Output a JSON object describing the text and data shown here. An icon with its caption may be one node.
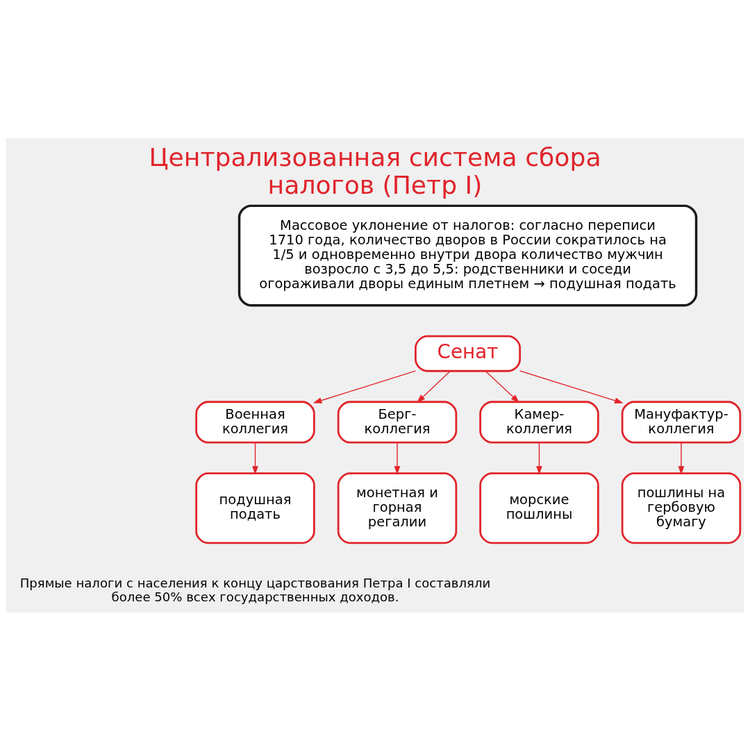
{
  "diagram": {
    "title": "Централизованная система сбора налогов (Петр I)",
    "nodes": [
      {
        "text": [
          "Массовое уклонение от налогов: согласно переписи 1710 года, количество дворов в России сократилось на 1/5 и одновременно внутри двора количество мужчин возросло с 3,5 до 5,5: родственники и соседи огораживали дворы единым плетнем → подушная подать"
        ]
      },
      {
        "text": [
          "Сенат"
        ]
      },
      {
        "text": [
          "Военная коллегия"
        ]
      },
      {
        "text": [
          "Берг-коллегия"
        ]
      },
      {
        "text": [
          "Камер-коллегия"
        ]
      },
      {
        "text": [
          "Мануфактур-коллегия"
        ]
      },
      {
        "text": [
          "подушная подать"
        ]
      },
      {
        "text": [
          "монетная и горная регалии"
        ]
      },
      {
        "text": [
          "морские пошлины"
        ]
      },
      {
        "text": [
          "пошлины на гербовую бумагу"
        ]
      }
    ],
    "edges": [
      {
        "from": 1,
        "to": 2,
        "arrow": "to"
      },
      {
        "from": 1,
        "to": 3,
        "arrow": "to"
      },
      {
        "from": 1,
        "to": 4,
        "arrow": "to"
      },
      {
        "from": 1,
        "to": 5,
        "arrow": "to"
      },
      {
        "from": 2,
        "to": 6,
        "arrow": "to"
      },
      {
        "from": 3,
        "to": 7,
        "arrow": "to"
      },
      {
        "from": 4,
        "to": 8,
        "arrow": "to"
      },
      {
        "from": 5,
        "to": 9,
        "arrow": "to"
      }
    ],
    "labels": [
      "Прямые налоги с населения к концу царствования Петра I составляли более 50% всех государственных доходов."
    ]
  }
}
